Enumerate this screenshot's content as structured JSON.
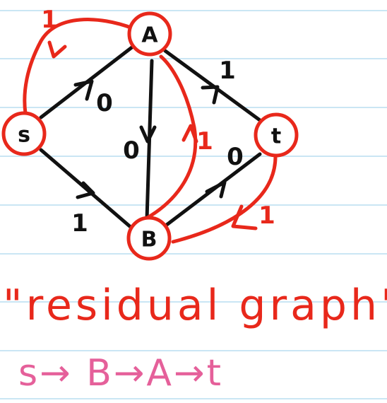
{
  "colors": {
    "ruled_line": "#b9def0",
    "ink_black": "#111111",
    "ink_red": "#e8281b",
    "ink_pink": "#e5609a"
  },
  "nodes": {
    "s": "s",
    "a": "A",
    "t": "t",
    "b": "B"
  },
  "edge_labels": {
    "s_to_a": "0",
    "a_to_t": "1",
    "a_to_b": "0",
    "s_to_b": "1",
    "b_to_t": "0"
  },
  "residual_labels": {
    "a_to_s": "1",
    "b_to_a": "1",
    "t_to_b": "1"
  },
  "caption": "\"residual graph\"",
  "augmenting_path": "s→ B→A→t"
}
